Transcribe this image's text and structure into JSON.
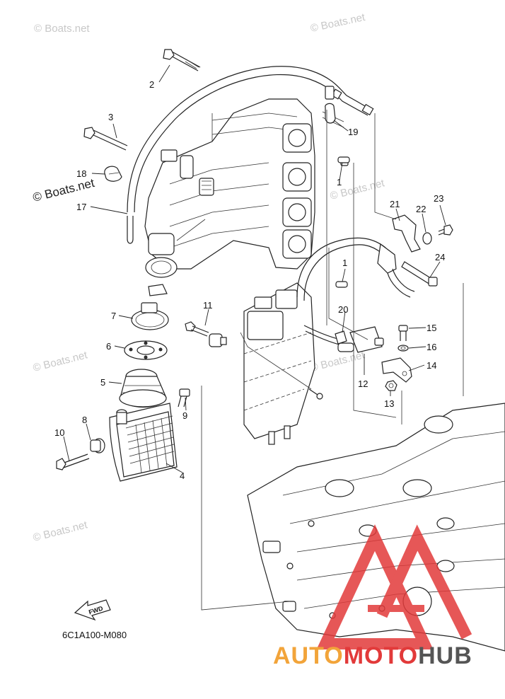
{
  "diagram": {
    "model_code": "6C1A100-M080",
    "fwd_label": "FWD",
    "watermark_text": "© Boats.net",
    "brand": {
      "part1": "AUTO",
      "part2": "MOTO",
      "part3": "HUB",
      "color_auto": "#f2a43a",
      "color_moto": "#e23a3a",
      "color_hub": "#555555"
    },
    "callouts": [
      {
        "id": "c1a",
        "label": "1"
      },
      {
        "id": "c1b",
        "label": "1"
      },
      {
        "id": "c2",
        "label": "2"
      },
      {
        "id": "c3",
        "label": "3"
      },
      {
        "id": "c4",
        "label": "4"
      },
      {
        "id": "c5",
        "label": "5"
      },
      {
        "id": "c6",
        "label": "6"
      },
      {
        "id": "c7",
        "label": "7"
      },
      {
        "id": "c8",
        "label": "8"
      },
      {
        "id": "c9",
        "label": "9"
      },
      {
        "id": "c10",
        "label": "10"
      },
      {
        "id": "c11",
        "label": "11"
      },
      {
        "id": "c12",
        "label": "12"
      },
      {
        "id": "c13",
        "label": "13"
      },
      {
        "id": "c14",
        "label": "14"
      },
      {
        "id": "c15",
        "label": "15"
      },
      {
        "id": "c16",
        "label": "16"
      },
      {
        "id": "c17",
        "label": "17"
      },
      {
        "id": "c18",
        "label": "18"
      },
      {
        "id": "c19",
        "label": "19"
      },
      {
        "id": "c20",
        "label": "20"
      },
      {
        "id": "c21",
        "label": "21"
      },
      {
        "id": "c22",
        "label": "22"
      },
      {
        "id": "c23",
        "label": "23"
      },
      {
        "id": "c24",
        "label": "24"
      }
    ]
  }
}
